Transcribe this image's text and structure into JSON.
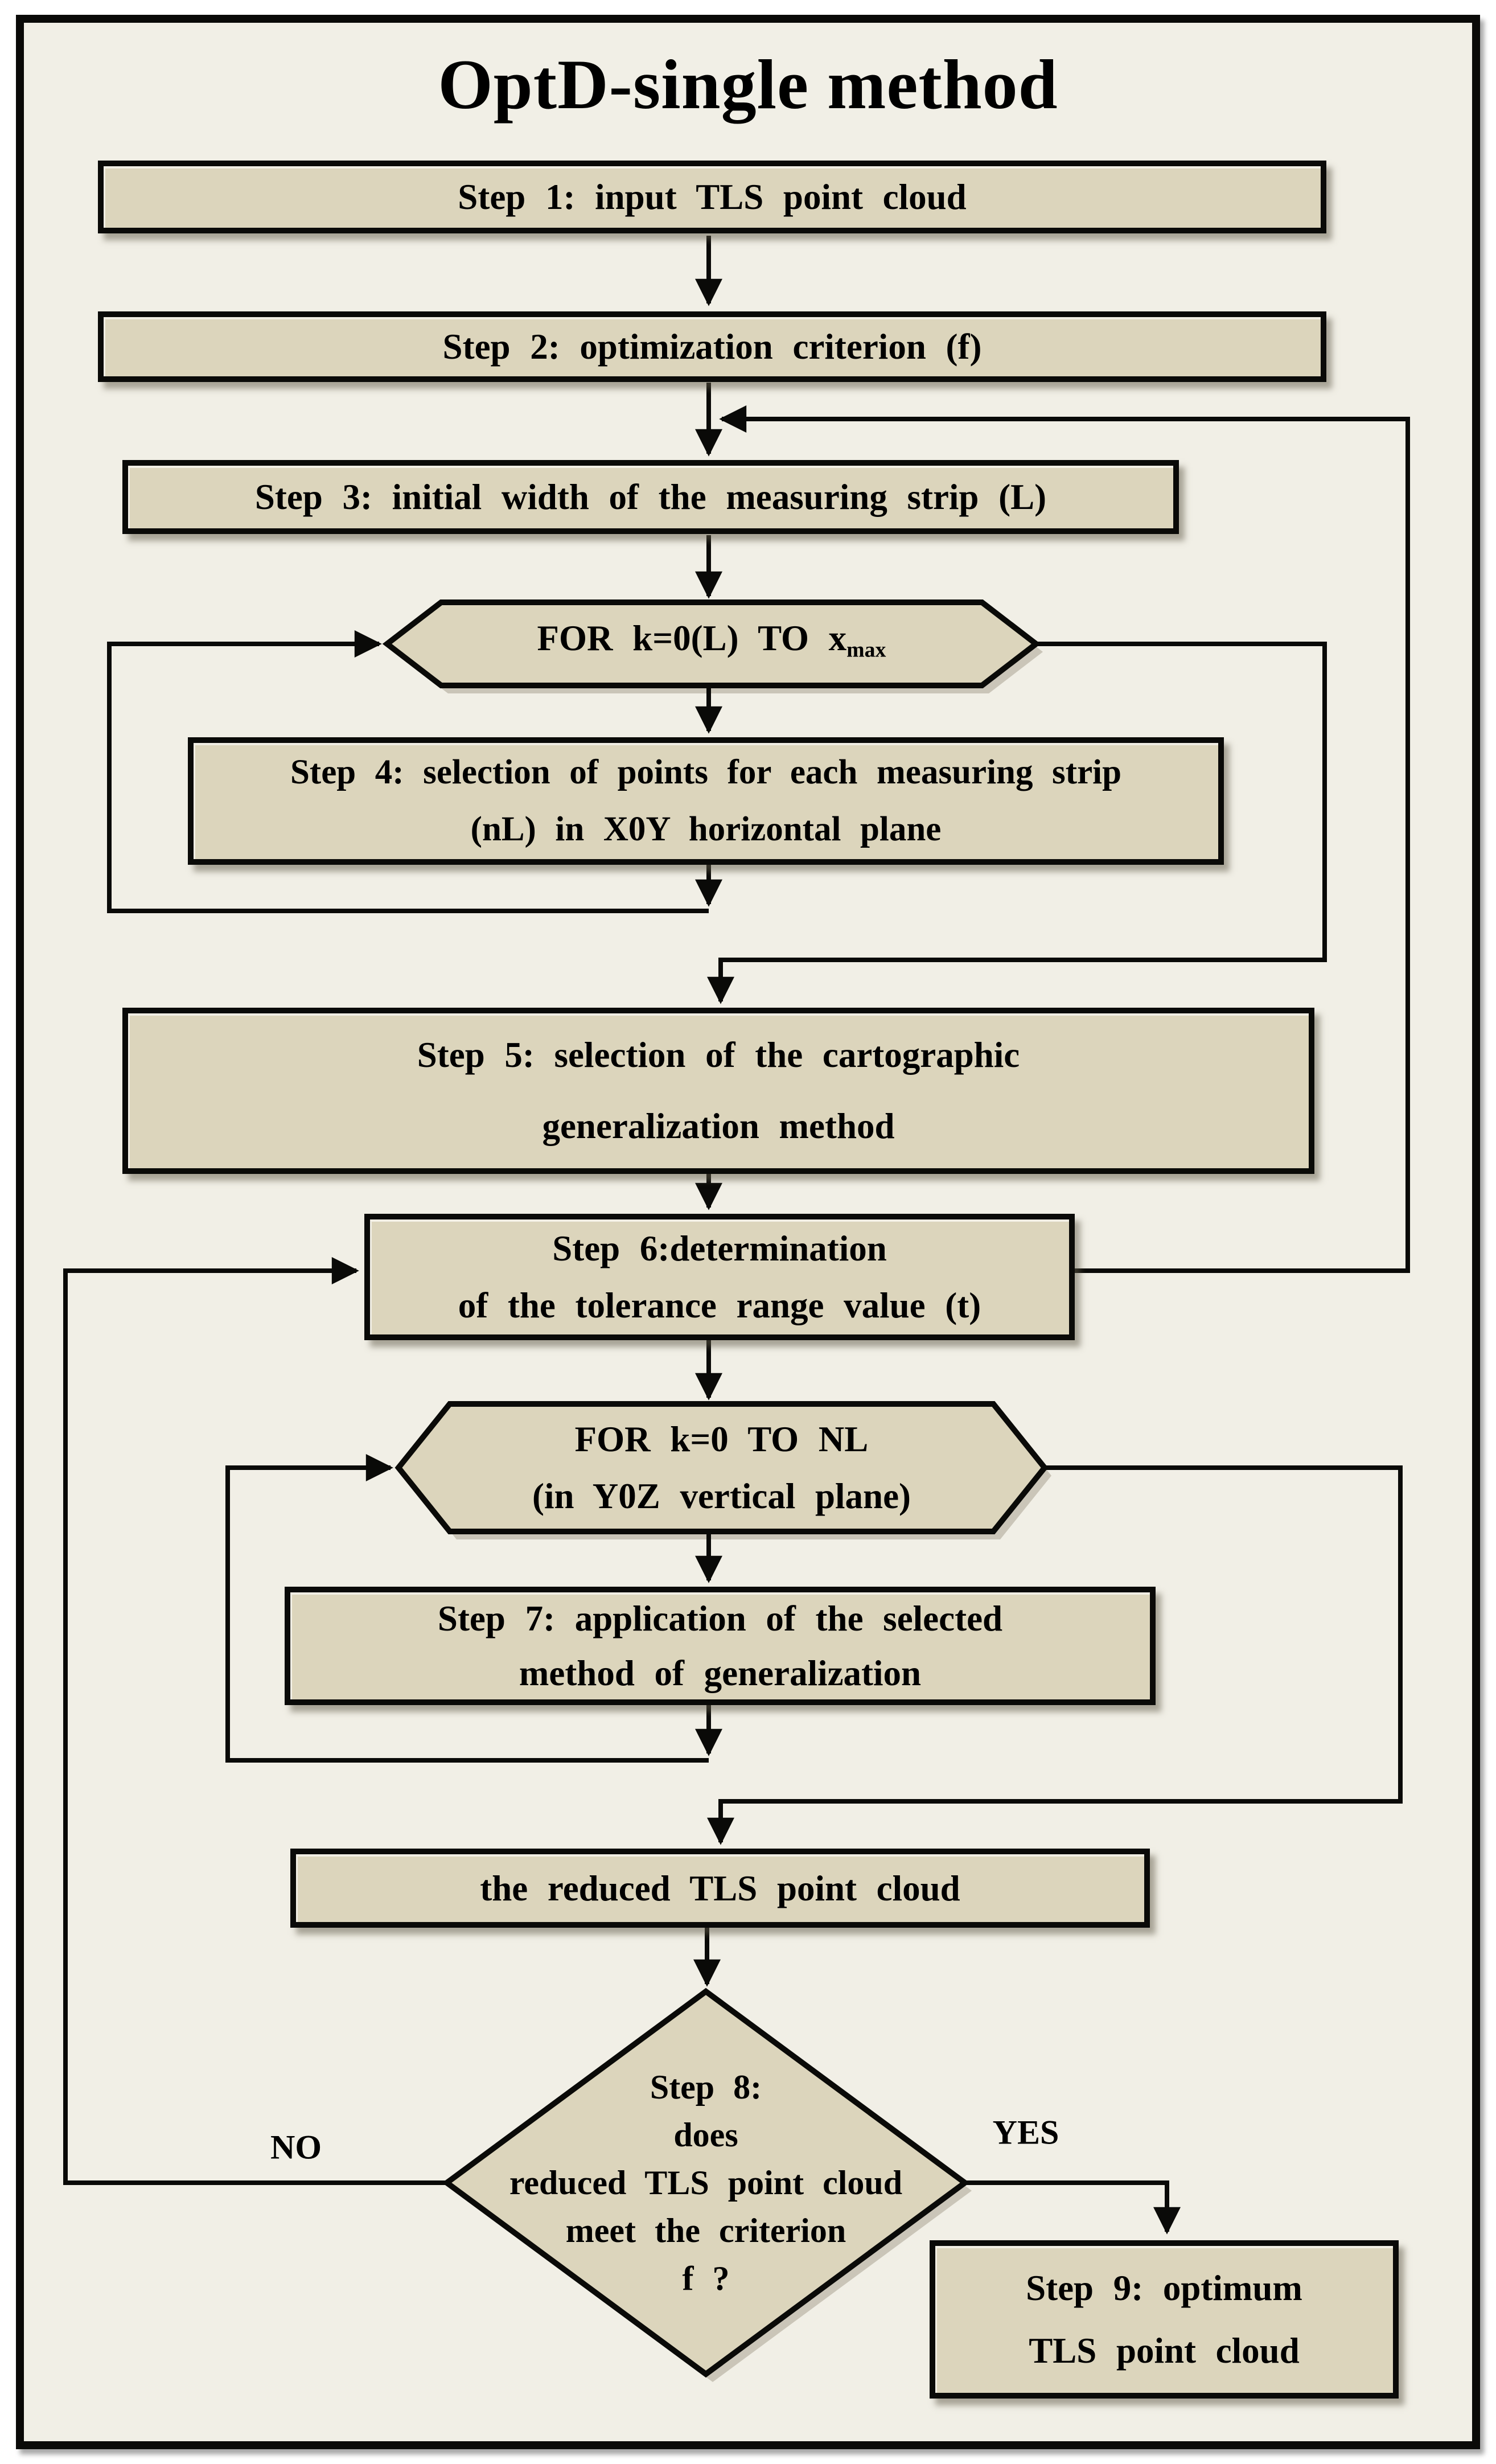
{
  "title": "OptD-single method",
  "colors": {
    "bg": "#f1efe6",
    "fill": "#dcd5bc",
    "line": "#0a0a08"
  },
  "nodes": {
    "step1": {
      "lines": [
        "Step 1: input TLS point cloud"
      ]
    },
    "step2": {
      "lines": [
        "Step 2: optimization criterion (f)"
      ]
    },
    "step3": {
      "lines": [
        "Step 3: initial width of the measuring strip (L)"
      ]
    },
    "for_loop_1": {
      "main": "FOR k=0(L) TO x",
      "sub": "max"
    },
    "step4": {
      "lines": [
        "Step 4: selection of points for each measuring strip",
        "(nL) in X0Y horizontal plane"
      ]
    },
    "step5": {
      "lines": [
        "Step 5: selection of the cartographic",
        "generalization method"
      ]
    },
    "step6": {
      "lines": [
        "Step 6:determination",
        "of the tolerance range value (t)"
      ]
    },
    "for_loop_2": {
      "lines": [
        "FOR k=0 TO NL",
        "(in Y0Z vertical plane)"
      ]
    },
    "step7": {
      "lines": [
        "Step 7: application of the selected",
        "method of generalization"
      ]
    },
    "reduced": {
      "lines": [
        "the reduced TLS point cloud"
      ]
    },
    "step8": {
      "lines": [
        "Step 8:",
        "does",
        "reduced TLS point cloud",
        "meet the criterion",
        "f ?"
      ]
    },
    "step9": {
      "lines": [
        "Step 9: optimum",
        "TLS point cloud"
      ]
    },
    "label_no": "NO",
    "label_yes": "YES"
  }
}
